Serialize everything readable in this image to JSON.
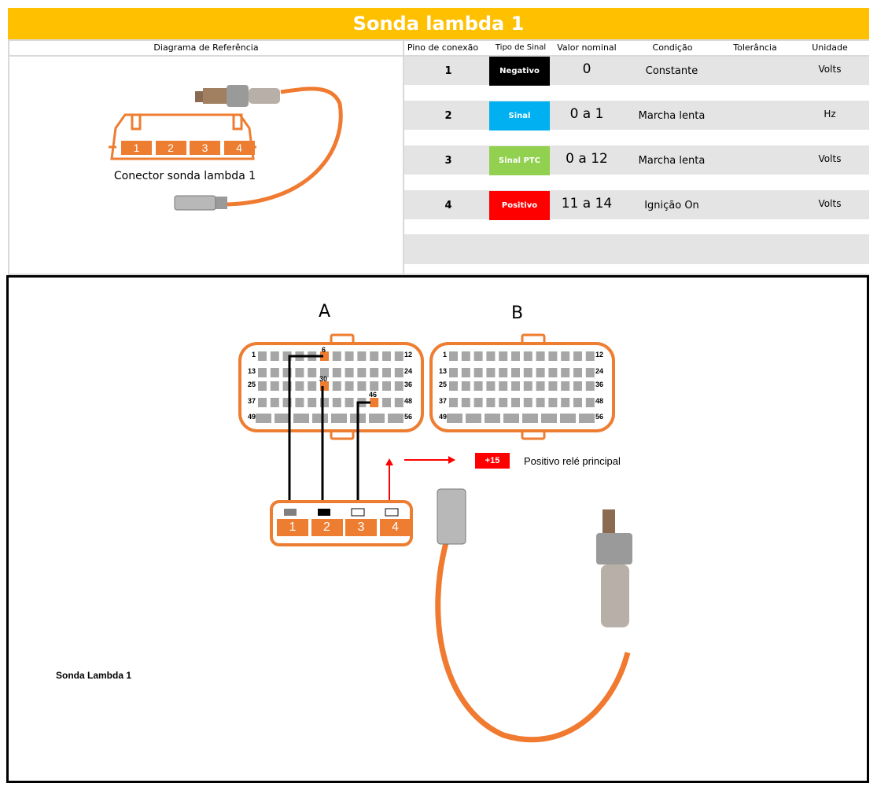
{
  "title": "Sonda lambda 1",
  "headers": {
    "diagram": "Diagrama de Referência",
    "pin": "Pino de conexão",
    "signal": "Tipo de Sinal",
    "nominal": "Valor nominal",
    "condition": "Condição",
    "tolerance": "Tolerância",
    "unit": "Unidade"
  },
  "rows": [
    {
      "pin": "1",
      "signal": "Negativo",
      "color": "#000000",
      "nominal": "0",
      "condition": "Constante",
      "tolerance": "",
      "unit": "Volts"
    },
    {
      "pin": "2",
      "signal": "Sinal",
      "color": "#00b0f0",
      "nominal": "0 a 1",
      "condition": "Marcha lenta",
      "tolerance": "",
      "unit": "Hz"
    },
    {
      "pin": "3",
      "signal": "Sinal PTC",
      "color": "#92d050",
      "nominal": "0 a 12",
      "condition": "Marcha lenta",
      "tolerance": "",
      "unit": "Volts"
    },
    {
      "pin": "4",
      "signal": "Positivo",
      "color": "#ff0000",
      "nominal": "11 a 14",
      "condition": "Ignição On",
      "tolerance": "",
      "unit": "Volts"
    }
  ],
  "ref_connector": {
    "pins": [
      "1",
      "2",
      "3",
      "4"
    ],
    "caption": "Conector sonda lambda 1"
  },
  "ecu": {
    "a_label": "A",
    "b_label": "B",
    "row_labels_left": [
      "1",
      "13",
      "25",
      "37",
      "49"
    ],
    "row_labels_right": [
      "12",
      "24",
      "36",
      "48",
      "56"
    ],
    "highlight_pins": [
      "6",
      "30",
      "46"
    ]
  },
  "sensor_connector_pins": [
    "1",
    "2",
    "3",
    "4"
  ],
  "relay": {
    "badge": "+15",
    "label": "Positivo relé principal"
  },
  "caption": "Sonda Lambda 1"
}
